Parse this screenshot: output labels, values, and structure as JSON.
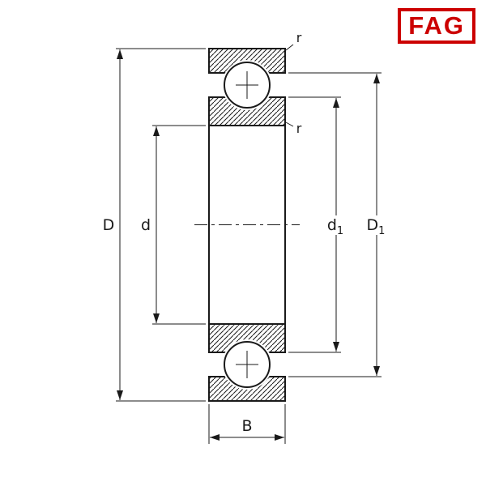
{
  "logo": {
    "text": "FAG",
    "color": "#cc0000"
  },
  "drawing": {
    "line_color": "#1a1a1a",
    "background": "#ffffff"
  },
  "labels": {
    "outer_diameter": "D",
    "bore_diameter": "d",
    "inner_shoulder_base": "d",
    "inner_shoulder_sub": "1",
    "outer_shoulder_base": "D",
    "outer_shoulder_sub": "1",
    "width": "B",
    "corner_radius_outer": "r",
    "corner_radius_inner": "r"
  }
}
